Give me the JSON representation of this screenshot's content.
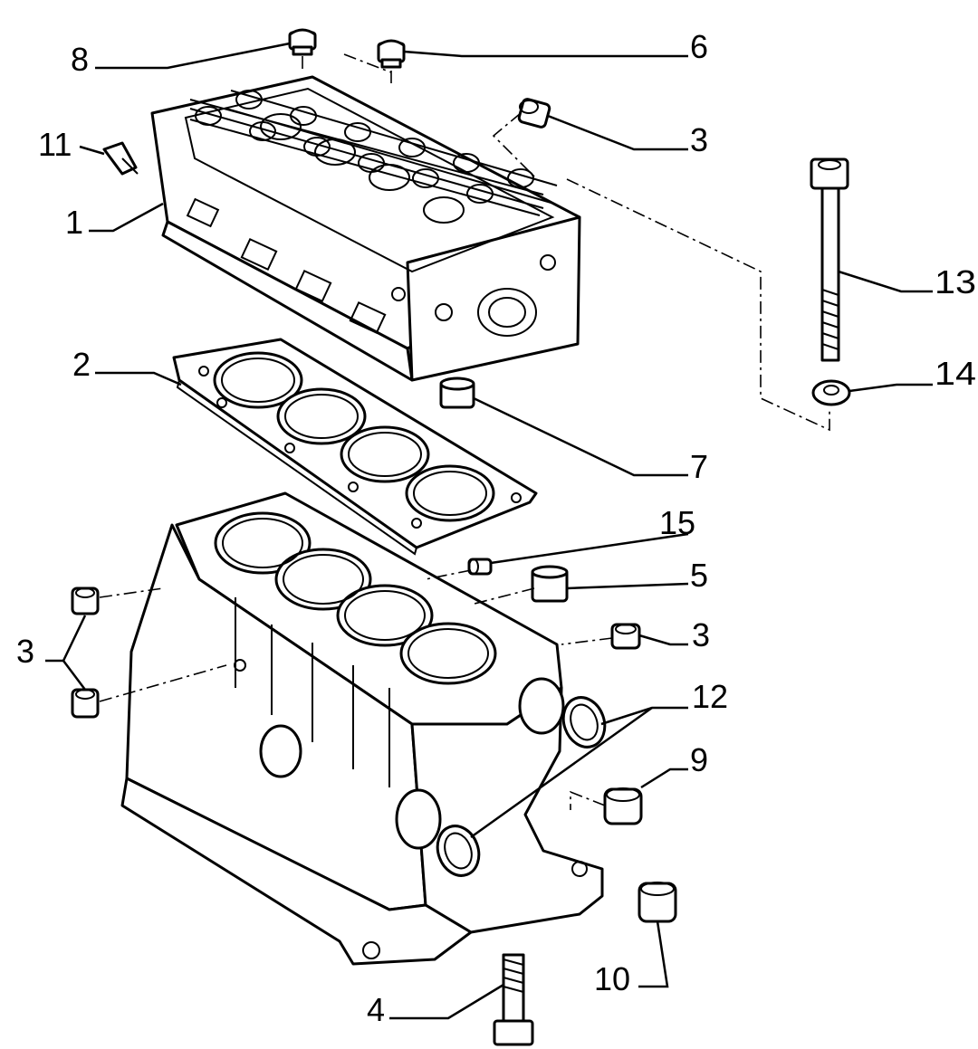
{
  "diagram": {
    "callouts": {
      "c1": "1",
      "c2": "2",
      "c3a": "3",
      "c3b": "3",
      "c3c": "3",
      "c4": "4",
      "c5": "5",
      "c6": "6",
      "c7": "7",
      "c8": "8",
      "c9": "9",
      "c10": "10",
      "c11": "11",
      "c12": "12",
      "c13": "13",
      "c14": "14",
      "c15": "15"
    }
  }
}
